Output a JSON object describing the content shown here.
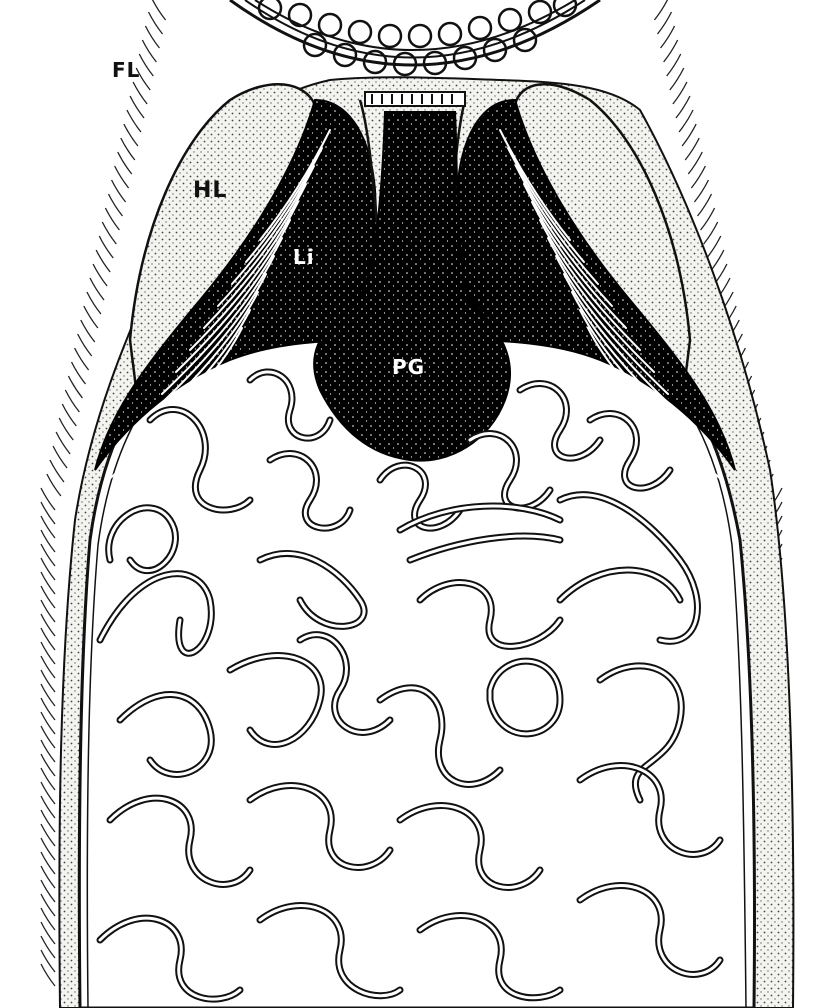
{
  "figure": {
    "labels": {
      "fl": "FL",
      "hl": "HL",
      "li": "Li",
      "pg": "PG"
    }
  },
  "colors": {
    "ink": "#111111",
    "paper": "#ffffff",
    "stipple": "#f1f1ee"
  }
}
